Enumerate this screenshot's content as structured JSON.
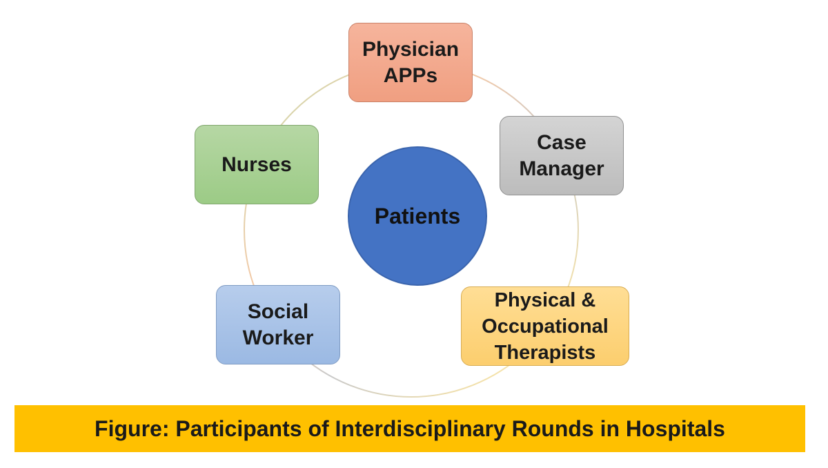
{
  "diagram": {
    "center": {
      "label": "Patients",
      "color": "#4473c4"
    },
    "nodes": [
      {
        "id": "physician",
        "label": "Physician\nAPPs",
        "color": "#f4b19a"
      },
      {
        "id": "case-manager",
        "label": "Case\nManager",
        "color": "#c9c9c9"
      },
      {
        "id": "therapists",
        "label": "Physical &\nOccupational\nTherapists",
        "color": "#ffd680"
      },
      {
        "id": "social-worker",
        "label": "Social\nWorker",
        "color": "#a9c3e8"
      },
      {
        "id": "nurses",
        "label": "Nurses",
        "color": "#a9d18e"
      }
    ]
  },
  "caption": {
    "text": "Figure: Participants of Interdisciplinary Rounds in Hospitals",
    "color": "#ffc000"
  }
}
